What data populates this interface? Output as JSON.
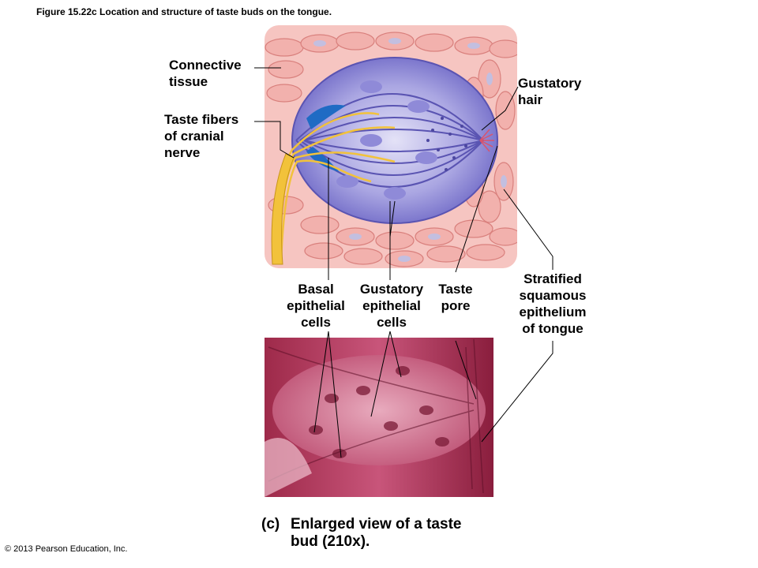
{
  "figure_caption": "Figure 15.22c  Location and structure of taste buds on the tongue.",
  "labels": {
    "connective_tissue": [
      "Connective",
      "tissue"
    ],
    "taste_fibers": [
      "Taste fibers",
      "of cranial",
      "nerve"
    ],
    "gustatory_hair": [
      "Gustatory",
      "hair"
    ],
    "basal_cells": [
      "Basal",
      "epithelial",
      "cells"
    ],
    "gustatory_cells": [
      "Gustatory",
      "epithelial",
      "cells"
    ],
    "taste_pore": [
      "Taste",
      "pore"
    ],
    "stratified_epithelium": [
      "Stratified",
      "squamous",
      "epithelium",
      "of tongue"
    ]
  },
  "panel_letter": "(c)",
  "panel_caption": [
    "Enlarged view of a taste",
    "bud (210x)."
  ],
  "copyright": "© 2013 Pearson Education, Inc.",
  "colors": {
    "epithelium": "#f2b1ad",
    "epithelium_cell_edge": "#d9807d",
    "nucleus": "#b9b4d8",
    "taste_bud_purple": "#7f7ad1",
    "taste_bud_light": "#c9c7ee",
    "basal_blue": "#1f6bc4",
    "nerve_yellow": "#f2c23b",
    "micrograph_dark": "#8a1e3d",
    "micrograph_light": "#e7a3b6"
  }
}
